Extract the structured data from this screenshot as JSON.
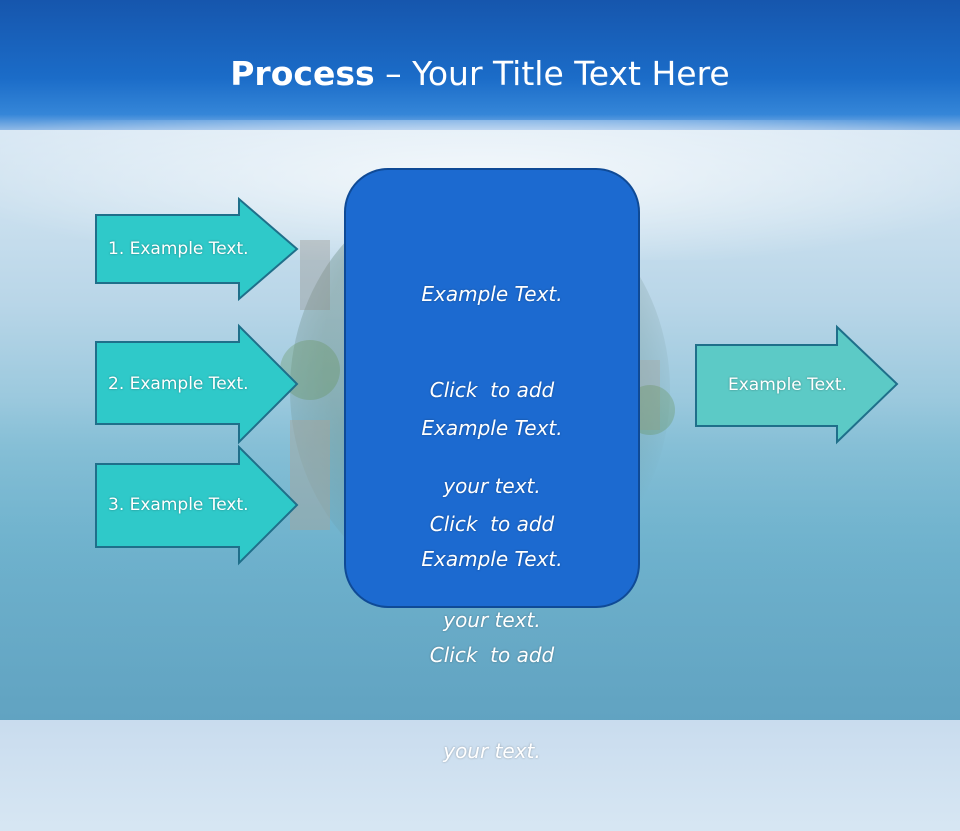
{
  "title": {
    "bold": "Process",
    "rest": " – Your Title Text Here"
  },
  "inputs": [
    {
      "label": "1. Example Text."
    },
    {
      "label": "2. Example Text."
    },
    {
      "label": "3. Example Text."
    }
  ],
  "center": {
    "blocks": [
      {
        "line1": "Example Text.",
        "line2": "Click  to add",
        "line3": "your text."
      },
      {
        "line1": "Example Text.",
        "line2": "Click  to add",
        "line3": "your text."
      },
      {
        "line1": "Example Text.",
        "line2": "Click  to add",
        "line3": "your text."
      }
    ]
  },
  "output": {
    "label": "Example Text."
  },
  "colors": {
    "arrow_fill": "#2fc9c9",
    "arrow_stroke": "#1f6f8a",
    "output_fill": "#5ccac6",
    "box_fill": "#1c6ad0",
    "box_stroke": "#0f4a96",
    "header": "#1b62be"
  }
}
